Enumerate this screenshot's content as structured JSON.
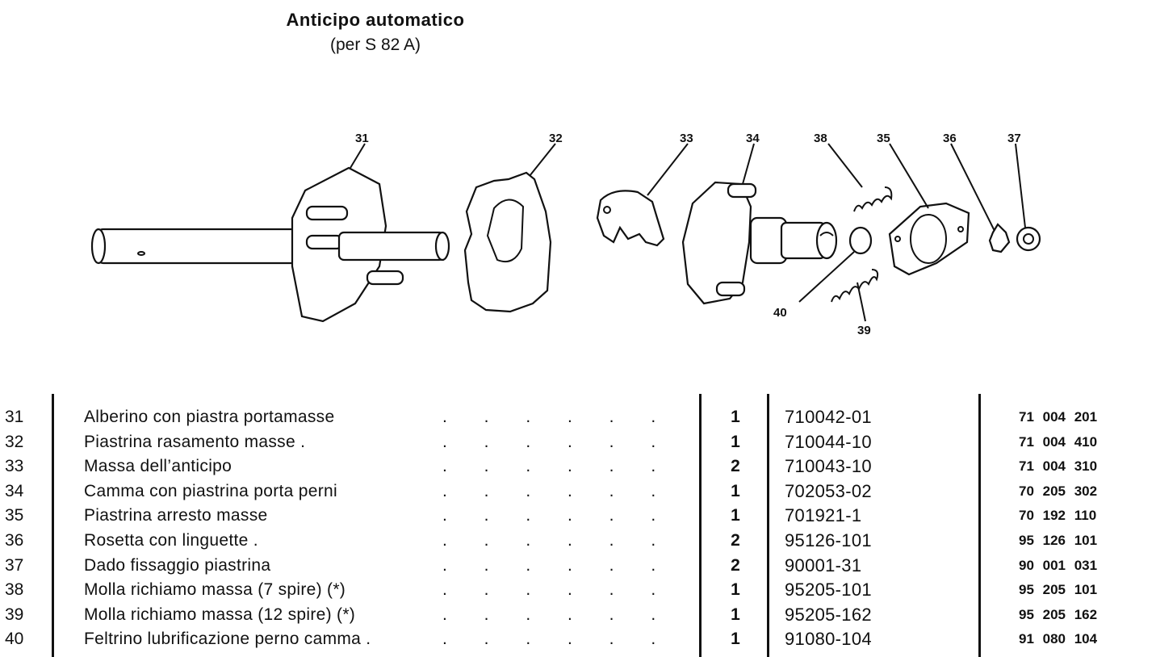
{
  "header": {
    "title": "Anticipo automatico",
    "subtitle": "(per  S 82 A)"
  },
  "diagram": {
    "callouts": [
      "31",
      "32",
      "33",
      "34",
      "38",
      "35",
      "36",
      "37",
      "40",
      "39"
    ]
  },
  "parts": [
    {
      "num": "31",
      "desc": "Alberino con piastra portamasse",
      "dots": ". . . . . . . .",
      "qty": "1",
      "code": "710042-01",
      "catalog": "71 004 201"
    },
    {
      "num": "32",
      "desc": "Piastrina rasamento masse .",
      "dots": ". . . . . . . .",
      "qty": "1",
      "code": "710044-10",
      "catalog": "71 004 410"
    },
    {
      "num": "33",
      "desc": "Massa dell’anticipo",
      "dots": ". . . . . . . .",
      "qty": "2",
      "code": "710043-10",
      "catalog": "71 004 310"
    },
    {
      "num": "34",
      "desc": "Camma con piastrina porta perni",
      "dots": ". . . . . . . .",
      "qty": "1",
      "code": "702053-02",
      "catalog": "70 205 302"
    },
    {
      "num": "35",
      "desc": "Piastrina arresto masse",
      "dots": ". . . . . . . .",
      "qty": "1",
      "code": "701921-1",
      "catalog": "70 192 110"
    },
    {
      "num": "36",
      "desc": "Rosetta con linguette .",
      "dots": ". . . . . . . .",
      "qty": "2",
      "code": "95126-101",
      "catalog": "95 126 101"
    },
    {
      "num": "37",
      "desc": "Dado fissaggio piastrina",
      "dots": ". . . . . . . .",
      "qty": "2",
      "code": "90001-31",
      "catalog": "90 001 031"
    },
    {
      "num": "38",
      "desc": "Molla richiamo massa (7 spire) (*)",
      "dots": ". . . . . . . .",
      "qty": "1",
      "code": "95205-101",
      "catalog": "95 205 101"
    },
    {
      "num": "39",
      "desc": "Molla richiamo massa (12 spire) (*)",
      "dots": ". . . . . . . .",
      "qty": "1",
      "code": "95205-162",
      "catalog": "95 205 162"
    },
    {
      "num": "40",
      "desc": "Feltrino lubrificazione perno camma .",
      "dots": ". . . . . . . .",
      "qty": "1",
      "code": "91080-104",
      "catalog": "91 080 104"
    }
  ]
}
